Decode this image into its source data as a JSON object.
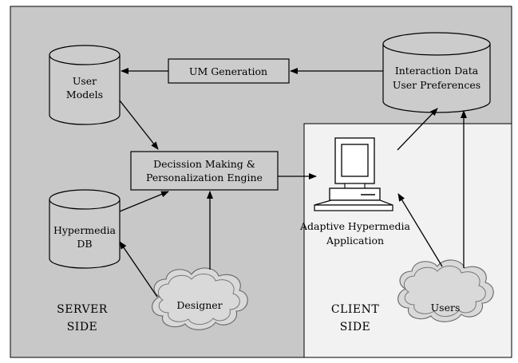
{
  "server": {
    "line1": "SERVER",
    "line2": "SIDE"
  },
  "client": {
    "line1": "CLIENT",
    "line2": "SIDE"
  },
  "user_models": {
    "line1": "User",
    "line2": "Models"
  },
  "hypermedia_db": {
    "line1": "Hypermedia",
    "line2": "DB"
  },
  "interaction_data": {
    "line1": "Interaction Data",
    "line2": "User Preferences"
  },
  "um_generation": {
    "label": "UM Generation"
  },
  "engine": {
    "line1": "Decission Making &",
    "line2": "Personalization Engine"
  },
  "application": {
    "line1": "Adaptive Hypermedia",
    "line2": "Application"
  },
  "designer": {
    "label": "Designer"
  },
  "users": {
    "label": "Users"
  },
  "colors": {
    "server_bg": "#c8c8c8",
    "client_bg": "#f2f2f2",
    "node_fill": "#cccccc",
    "outline": "#000000"
  }
}
